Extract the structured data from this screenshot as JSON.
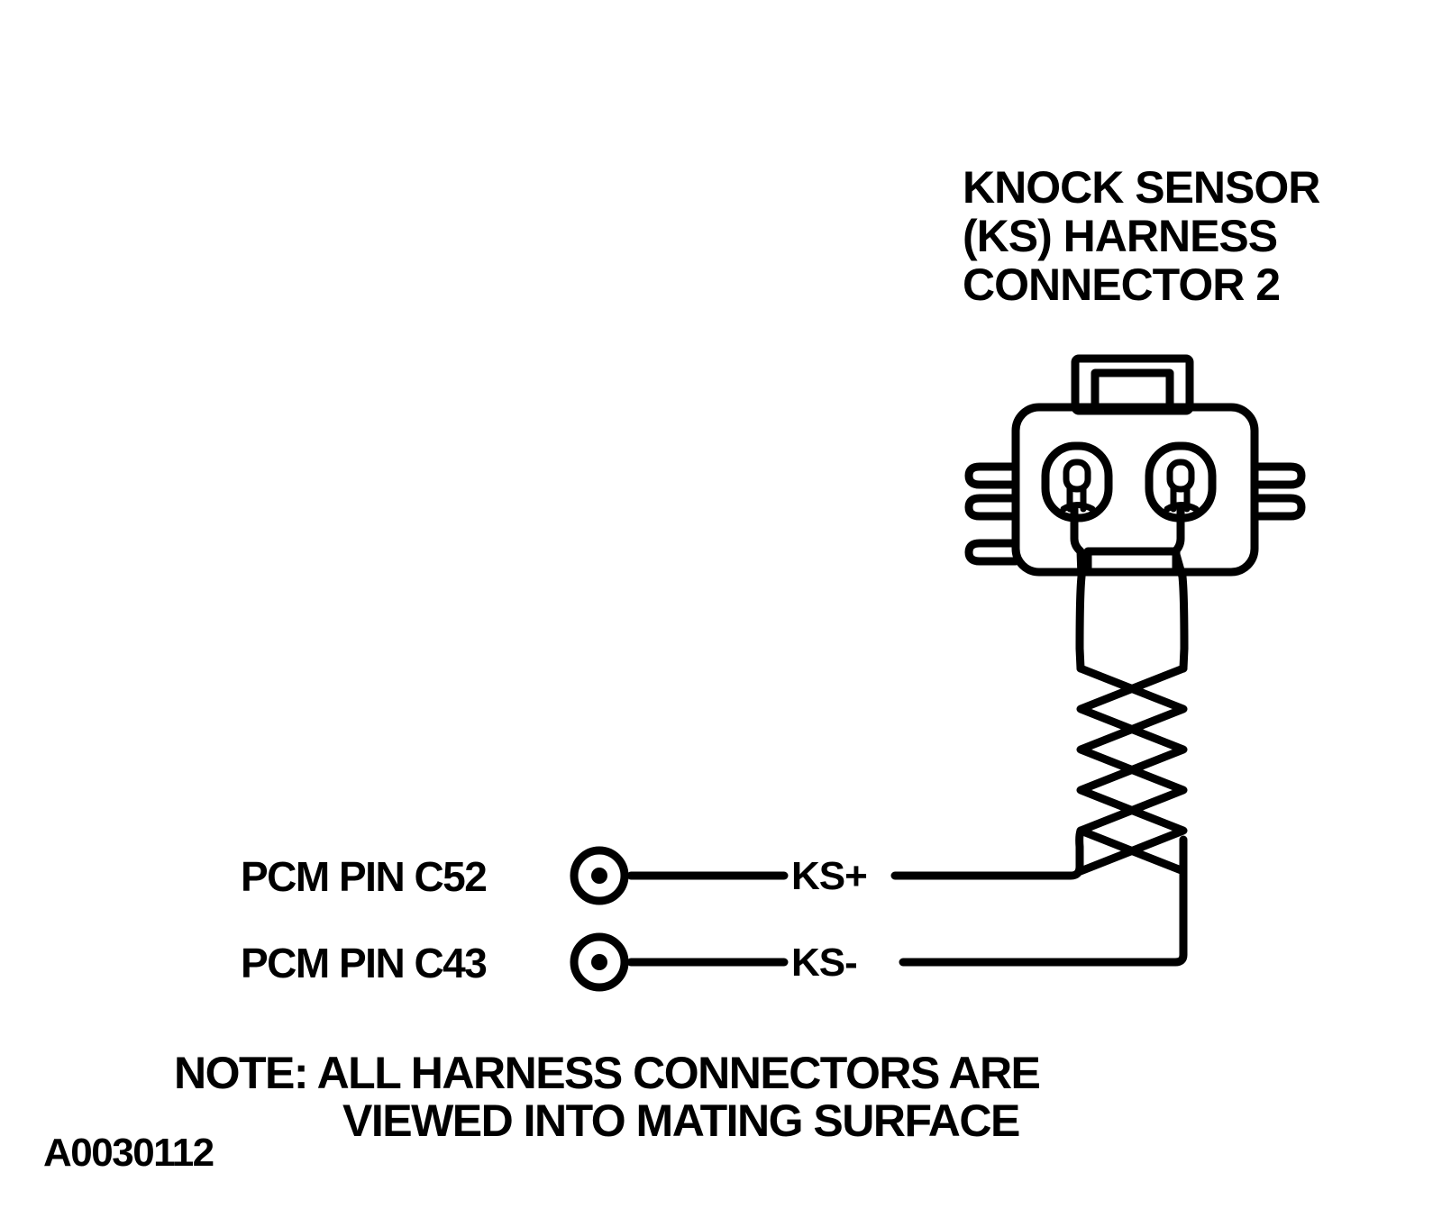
{
  "connector": {
    "title_lines": [
      "KNOCK SENSOR",
      "(KS) HARNESS",
      "CONNECTOR 2"
    ]
  },
  "pins": [
    {
      "label": "PCM PIN C52",
      "signal": "KS+"
    },
    {
      "label": "PCM PIN C43",
      "signal": "KS-"
    }
  ],
  "note": {
    "lines": [
      "NOTE: ALL HARNESS CONNECTORS ARE",
      "VIEWED INTO MATING SURFACE"
    ]
  },
  "figure_id": "A0030112"
}
